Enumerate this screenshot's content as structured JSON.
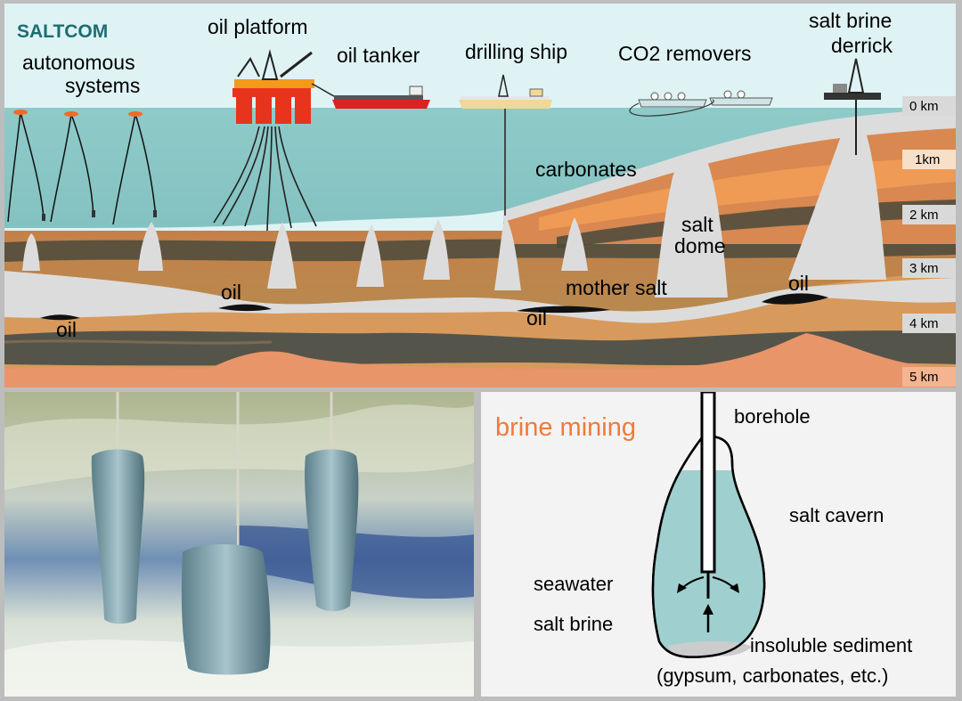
{
  "brand": "SALTCOM",
  "surface_labels": {
    "autonomous": [
      "autonomous",
      "systems"
    ],
    "oil_platform": "oil platform",
    "oil_tanker": "oil tanker",
    "drilling_ship": "drilling ship",
    "co2_removers": "CO2 removers",
    "salt_brine_derrick": [
      "salt brine",
      "derrick"
    ]
  },
  "subsurface_labels": {
    "carbonates": "carbonates",
    "salt_dome": [
      "salt",
      "dome"
    ],
    "mother_salt": "mother salt",
    "oil": "oil"
  },
  "depth_scale": [
    "0 km",
    "1km",
    "2 km",
    "3 km",
    "4 km",
    "5 km"
  ],
  "brine_mining": {
    "title": "brine mining",
    "borehole": "borehole",
    "salt_cavern": "salt cavern",
    "seawater": "seawater",
    "salt_brine": "salt brine",
    "insoluble_sediment": "insoluble sediment",
    "sediment_examples": "(gypsum, carbonates, etc.)"
  },
  "colors": {
    "sea": "#8ec8c6",
    "salt": "#dcdcdc",
    "sediment_orange": "#d8894a",
    "dark_layer": "#4a4a3c",
    "oil": "#111111",
    "platform": "#e8341c",
    "brine_accent": "#f07a3a"
  }
}
